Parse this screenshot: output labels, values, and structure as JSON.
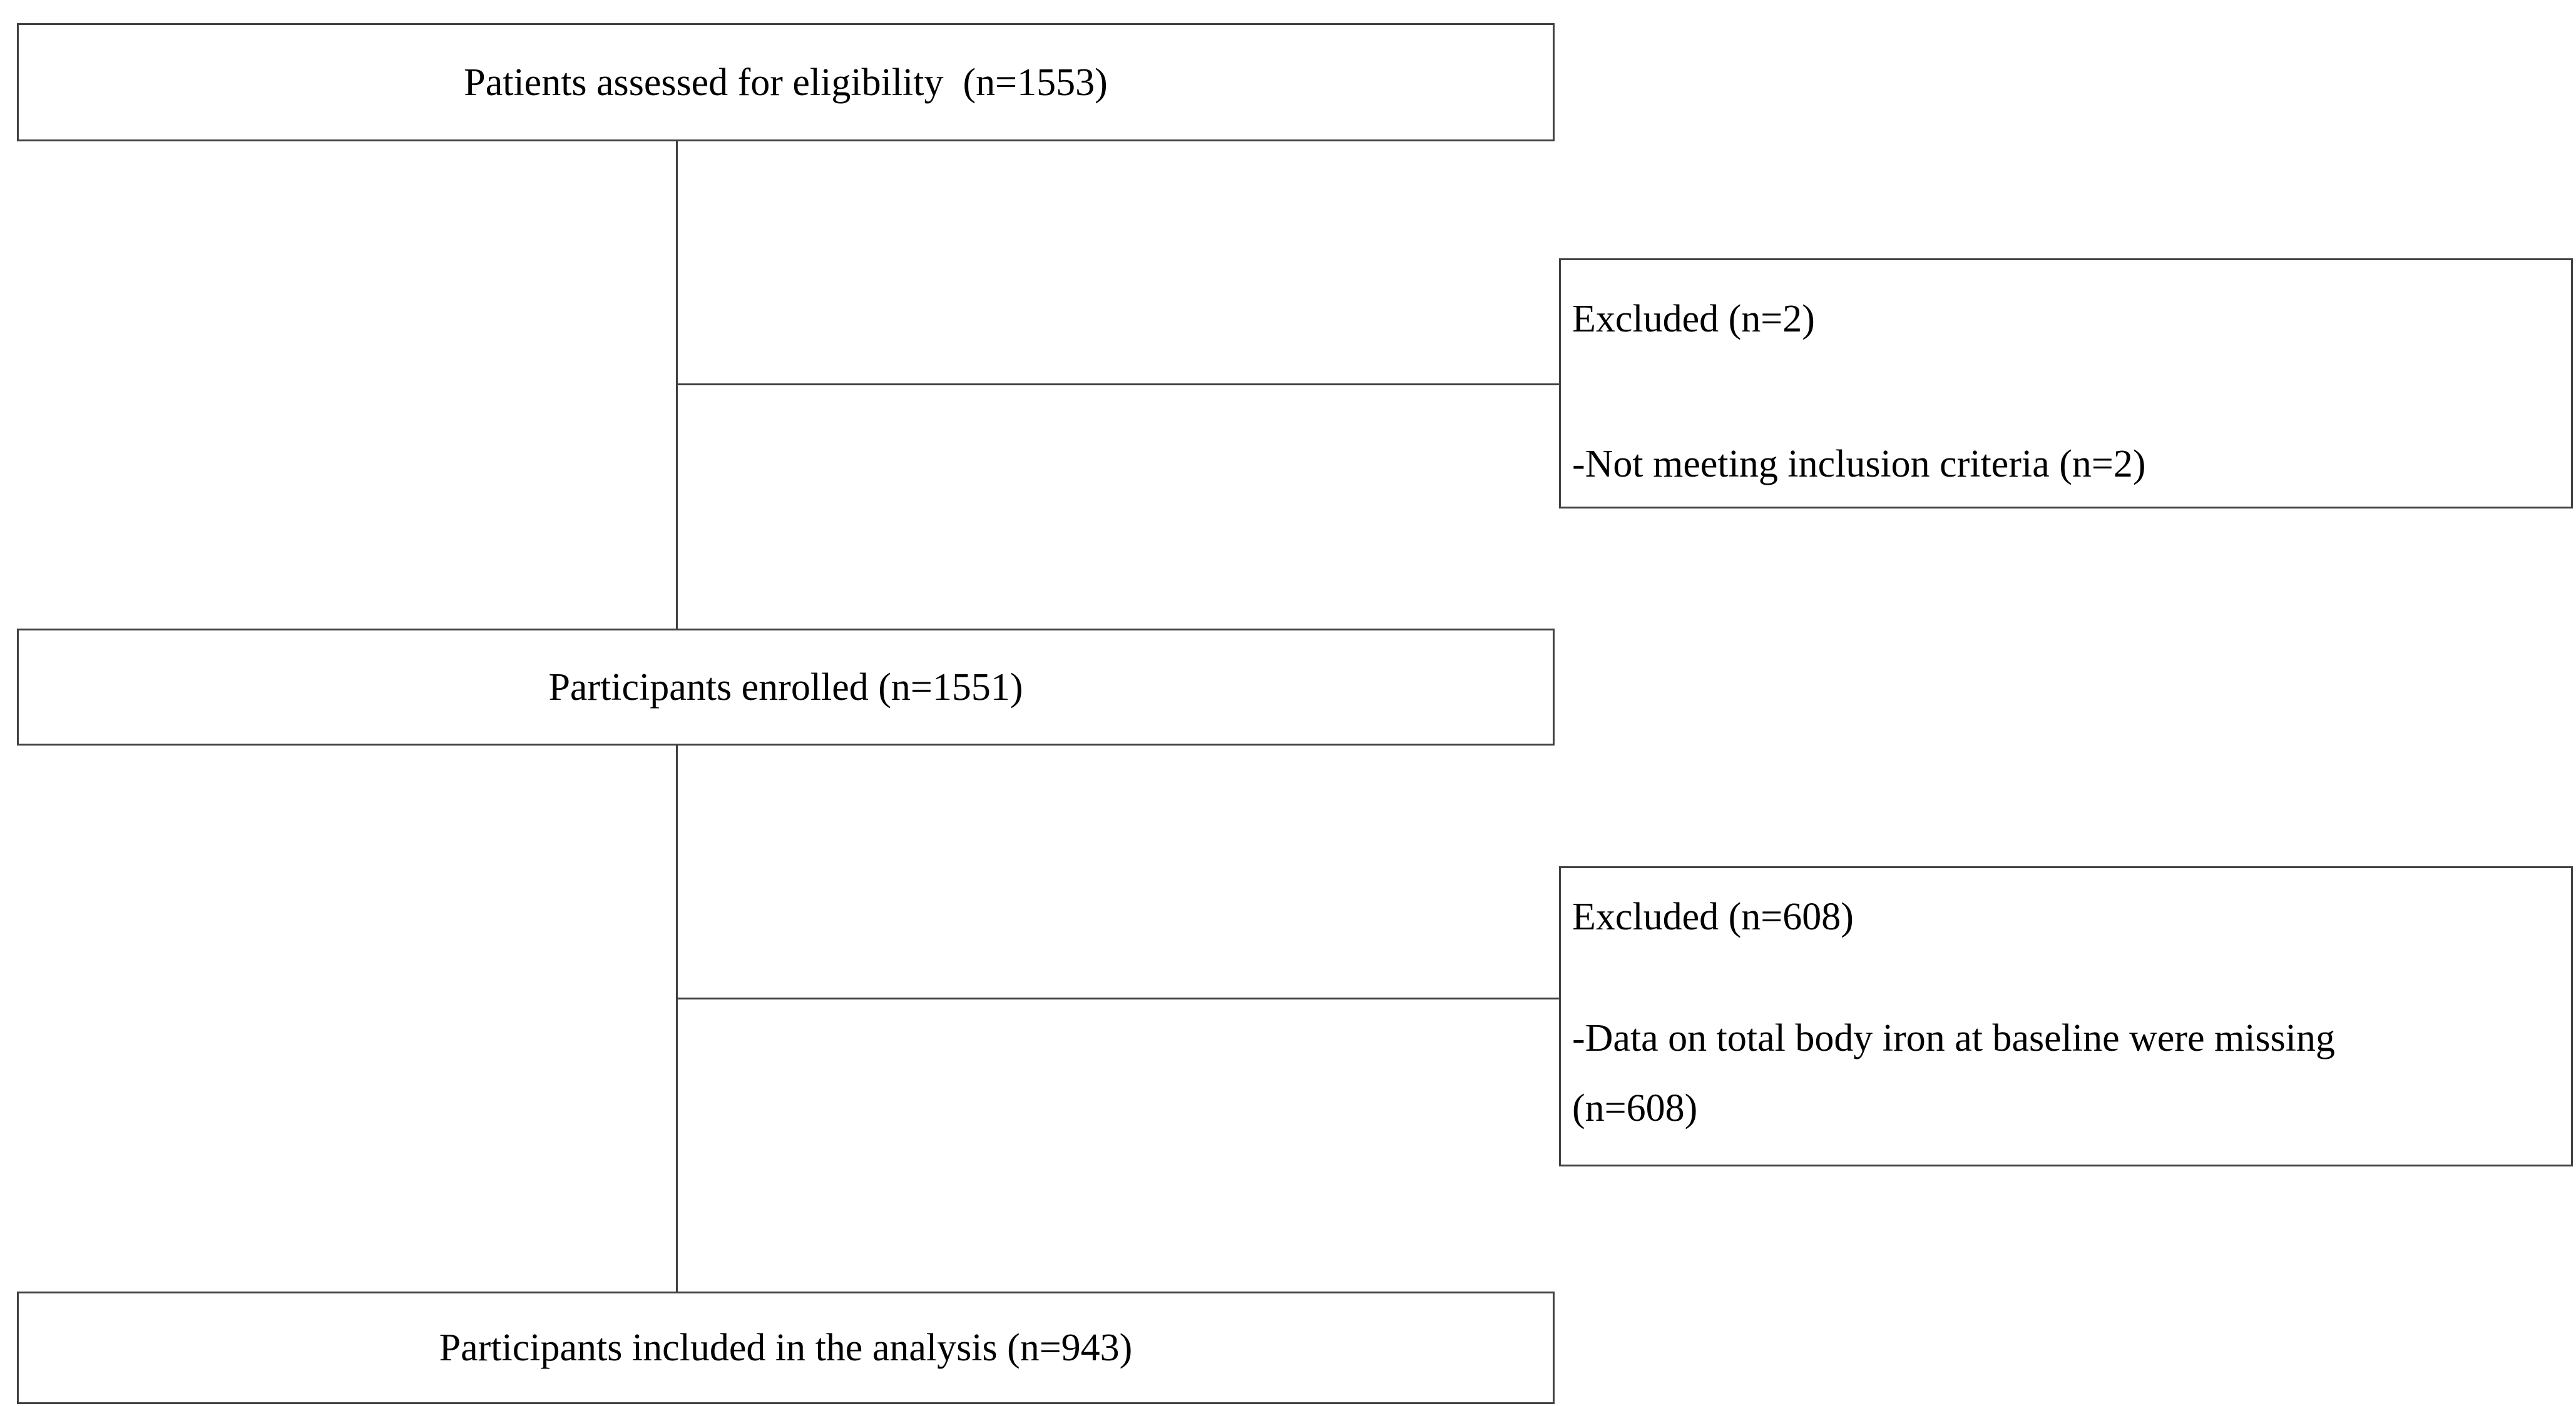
{
  "diagram": {
    "type": "consort-participant-flow",
    "colors": {
      "background": "#ffffff",
      "border": "#414141",
      "connector": "#3f3f3f",
      "text": "#000000"
    },
    "boxes": {
      "eligibility": {
        "label": "Patients assessed for eligibility  (n=1553)",
        "n": 1553
      },
      "excluded1": {
        "title": "Excluded (n=2)",
        "reason": "-Not meeting inclusion criteria (n=2)",
        "n": 2
      },
      "enrolled": {
        "label": "Participants enrolled (n=1551)",
        "n": 1551
      },
      "excluded2": {
        "title": "Excluded (n=608)",
        "reason": "-Data on total body iron at baseline were missing\n(n=608)",
        "n": 608
      },
      "analysis": {
        "label": "Participants included in the analysis (n=943)",
        "n": 943
      }
    }
  }
}
